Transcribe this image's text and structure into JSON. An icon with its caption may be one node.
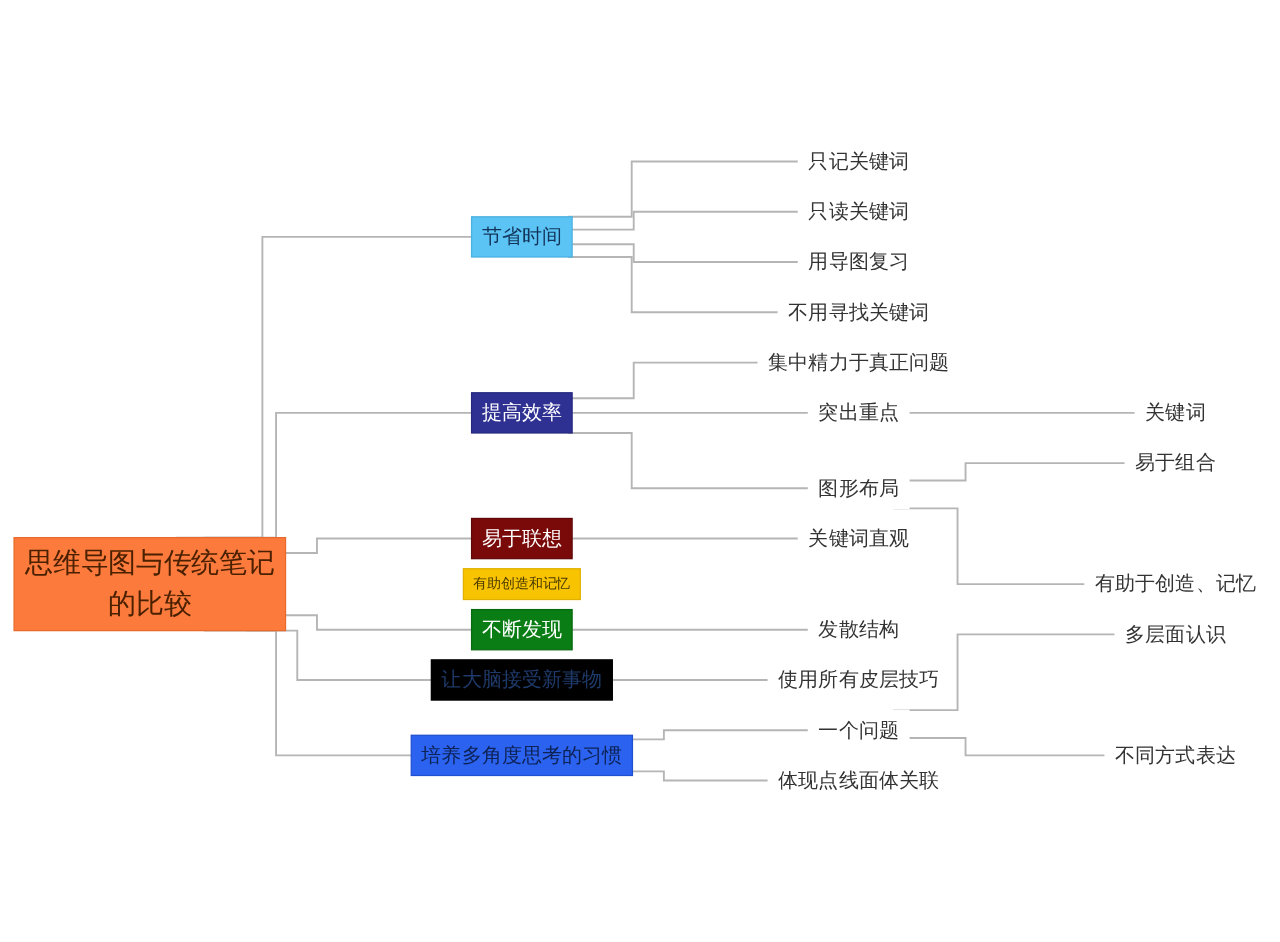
{
  "diagram": {
    "nodes": [
      {
        "text": [
          "思维导图与传统笔记的比较"
        ]
      },
      {
        "text": [
          "节省时间"
        ]
      },
      {
        "text": [
          "只记关键词"
        ]
      },
      {
        "text": [
          "只读关键词"
        ]
      },
      {
        "text": [
          "用导图复习"
        ]
      },
      {
        "text": [
          "不用寻找关键词"
        ]
      },
      {
        "text": [
          "提高效率"
        ]
      },
      {
        "text": [
          "集中精力于真正问题"
        ]
      },
      {
        "text": [
          "突出重点"
        ]
      },
      {
        "text": [
          "关键词"
        ]
      },
      {
        "text": [
          "图形布局"
        ]
      },
      {
        "text": [
          "易于组合"
        ]
      },
      {
        "text": [
          "有助于创造、记忆"
        ]
      },
      {
        "text": [
          "易于联想"
        ],
        "beside": [
          "有助创造和记忆"
        ]
      },
      {
        "text": [
          "关键词直观"
        ]
      },
      {
        "text": [
          "不断发现"
        ]
      },
      {
        "text": [
          "发散结构"
        ]
      },
      {
        "text": [
          "让大脑接受新事物"
        ]
      },
      {
        "text": [
          "使用所有皮层技巧"
        ]
      },
      {
        "text": [
          "培养多角度思考的习惯"
        ]
      },
      {
        "text": [
          "一个问题"
        ]
      },
      {
        "text": [
          "多层面认识"
        ]
      },
      {
        "text": [
          "不同方式表达"
        ]
      },
      {
        "text": [
          "体现点线面体关联"
        ]
      }
    ],
    "edges": [
      {
        "from": 0,
        "to": 1,
        "arrow": "none"
      },
      {
        "from": 1,
        "to": 2,
        "arrow": "none"
      },
      {
        "from": 1,
        "to": 3,
        "arrow": "none"
      },
      {
        "from": 1,
        "to": 4,
        "arrow": "none"
      },
      {
        "from": 1,
        "to": 5,
        "arrow": "none"
      },
      {
        "from": 0,
        "to": 6,
        "arrow": "none"
      },
      {
        "from": 6,
        "to": 7,
        "arrow": "none"
      },
      {
        "from": 6,
        "to": 8,
        "arrow": "none"
      },
      {
        "from": 8,
        "to": 9,
        "arrow": "none"
      },
      {
        "from": 6,
        "to": 10,
        "arrow": "none"
      },
      {
        "from": 10,
        "to": 11,
        "arrow": "none"
      },
      {
        "from": 10,
        "to": 12,
        "arrow": "none"
      },
      {
        "from": 0,
        "to": 13,
        "arrow": "none"
      },
      {
        "from": 13,
        "to": 14,
        "arrow": "none"
      },
      {
        "from": 0,
        "to": 15,
        "arrow": "none"
      },
      {
        "from": 15,
        "to": 16,
        "arrow": "none"
      },
      {
        "from": 0,
        "to": 17,
        "arrow": "none"
      },
      {
        "from": 17,
        "to": 18,
        "arrow": "none"
      },
      {
        "from": 0,
        "to": 19,
        "arrow": "none"
      },
      {
        "from": 19,
        "to": 20,
        "arrow": "none"
      },
      {
        "from": 20,
        "to": 21,
        "arrow": "none"
      },
      {
        "from": 20,
        "to": 22,
        "arrow": "none"
      },
      {
        "from": 19,
        "to": 23,
        "arrow": "none"
      }
    ]
  }
}
